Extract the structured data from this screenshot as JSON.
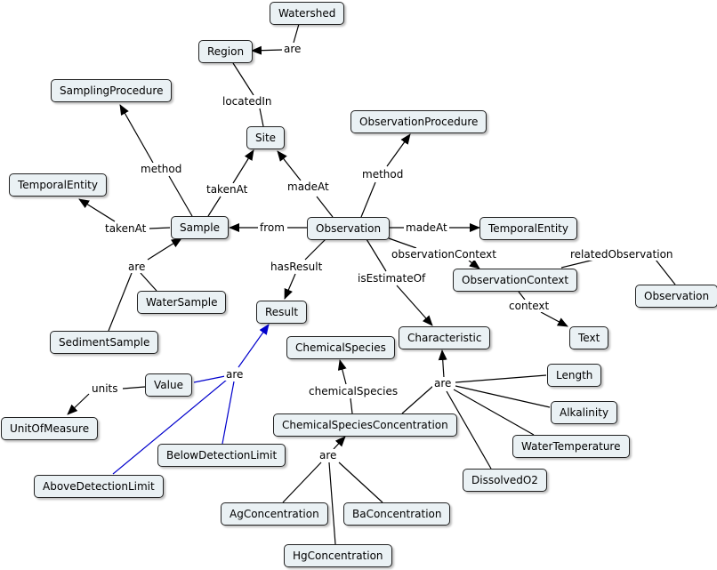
{
  "nodes": {
    "watershed": "Watershed",
    "region": "Region",
    "sampling_procedure": "SamplingProcedure",
    "site": "Site",
    "observation_procedure": "ObservationProcedure",
    "temporal_entity_left": "TemporalEntity",
    "sample": "Sample",
    "observation": "Observation",
    "temporal_entity_right": "TemporalEntity",
    "observation_context": "ObservationContext",
    "observation_right": "Observation",
    "water_sample": "WaterSample",
    "result": "Result",
    "sediment_sample": "SedimentSample",
    "text": "Text",
    "chemical_species": "ChemicalSpecies",
    "characteristic": "Characteristic",
    "length": "Length",
    "value": "Value",
    "alkalinity": "Alkalinity",
    "unit_of_measure": "UnitOfMeasure",
    "chemical_species_concentration": "ChemicalSpeciesConcentration",
    "water_temperature": "WaterTemperature",
    "below_detection_limit": "BelowDetectionLimit",
    "dissolved_o2": "DissolvedO2",
    "above_detection_limit": "AboveDetectionLimit",
    "ag_concentration": "AgConcentration",
    "ba_concentration": "BaConcentration",
    "hg_concentration": "HgConcentration"
  },
  "links": {
    "are_watershed": "are",
    "located_in": "locatedIn",
    "method_sample": "method",
    "taken_at_site": "takenAt",
    "made_at_site": "madeAt",
    "method_observation": "method",
    "taken_at_temporal": "takenAt",
    "from": "from",
    "made_at_temporal": "madeAt",
    "observation_context": "observationContext",
    "related_observation": "relatedObservation",
    "are_sample": "are",
    "has_result": "hasResult",
    "is_estimate_of": "isEstimateOf",
    "context": "context",
    "are_characteristic": "are",
    "chemical_species": "chemicalSpecies",
    "are_result": "are",
    "units": "units",
    "are_concentration": "are"
  },
  "colors": {
    "node_fill": "#eaf1f4",
    "line": "#000000",
    "result_link": "#0000cc"
  }
}
